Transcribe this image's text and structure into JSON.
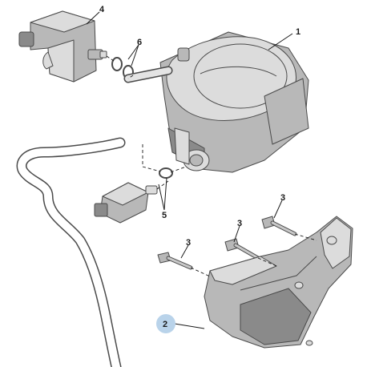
{
  "colors": {
    "background": "#ffffff",
    "part_fill": "#d6d6d6",
    "part_shadow": "#9a9a9a",
    "outline": "#4a4a4a",
    "highlight_marker": "#b9d3ea"
  },
  "callouts": [
    {
      "id": "callout-1",
      "label": "1"
    },
    {
      "id": "callout-2",
      "label": "2",
      "highlighted": true
    },
    {
      "id": "callout-3a",
      "label": "3"
    },
    {
      "id": "callout-3b",
      "label": "3"
    },
    {
      "id": "callout-3c",
      "label": "3"
    },
    {
      "id": "callout-4",
      "label": "4"
    },
    {
      "id": "callout-5",
      "label": "5"
    },
    {
      "id": "callout-6",
      "label": "6"
    }
  ]
}
